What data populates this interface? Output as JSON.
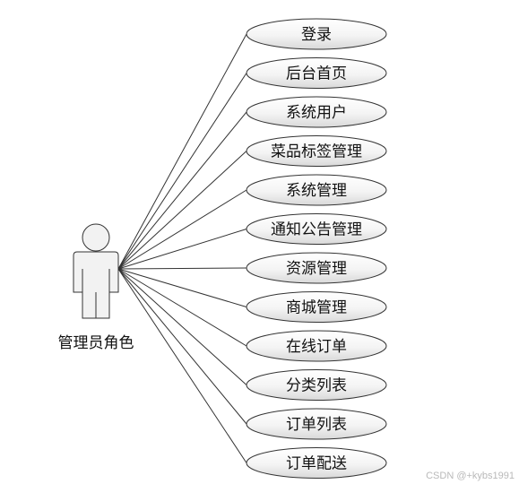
{
  "actor": {
    "label": "管理员角色"
  },
  "use_cases": [
    "登录",
    "后台首页",
    "系统用户",
    "菜品标签管理",
    "系统管理",
    "通知公告管理",
    "资源管理",
    "商城管理",
    "在线订单",
    "分类列表",
    "订单列表",
    "订单配送"
  ],
  "watermark": "CSDN @+kybs1991",
  "colors": {
    "stroke": "#333333",
    "ellipse_fill_light": "#ffffff",
    "ellipse_fill_dark": "#dcdcdc",
    "actor_fill": "#f2f2f2"
  }
}
